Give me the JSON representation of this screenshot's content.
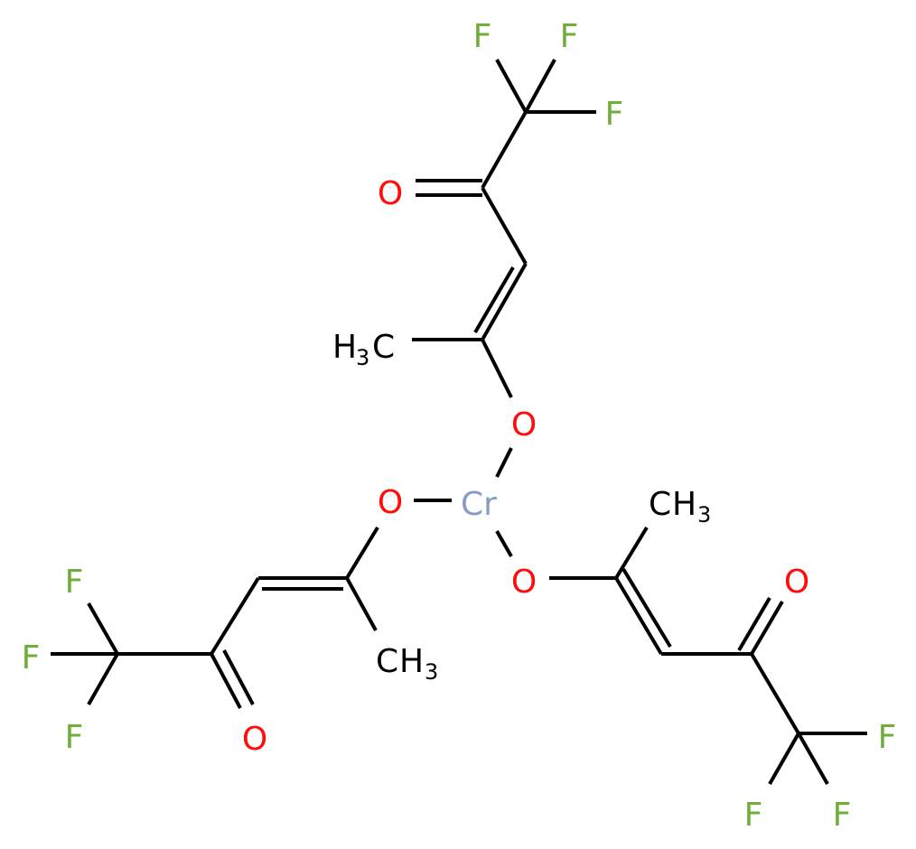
{
  "colors": {
    "bond": "#000000",
    "oxygen": "#ff0d0d",
    "fluorine": "#6fae39",
    "chromium": "#8a99c7",
    "carbon": "#000000"
  },
  "atoms": {
    "metal": "Cr",
    "oxygen": "O",
    "fluorine": "F",
    "hydrogen": "H",
    "carbon": "C",
    "methyl_subscript": "3"
  }
}
